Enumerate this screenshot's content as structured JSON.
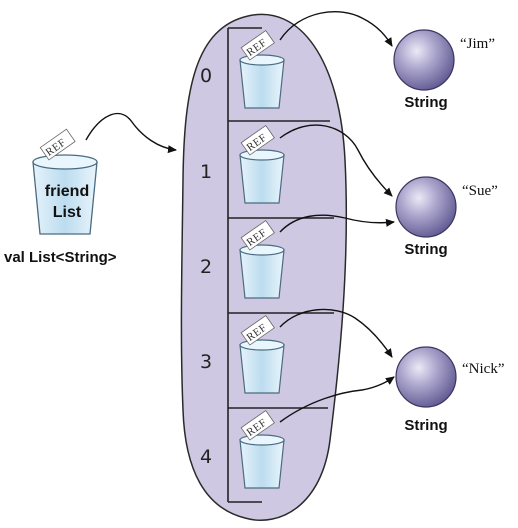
{
  "variable": {
    "ref_label": "REF",
    "name_line1": "friend",
    "name_line2": "List",
    "type_label": "val List<String>"
  },
  "list_items": [
    {
      "index": "0",
      "ref_label": "REF"
    },
    {
      "index": "1",
      "ref_label": "REF"
    },
    {
      "index": "2",
      "ref_label": "REF"
    },
    {
      "index": "3",
      "ref_label": "REF"
    },
    {
      "index": "4",
      "ref_label": "REF"
    }
  ],
  "objects": [
    {
      "value": "“Jim”",
      "type": "String"
    },
    {
      "value": "“Sue”",
      "type": "String"
    },
    {
      "value": "“Nick”",
      "type": "String"
    }
  ],
  "colors": {
    "list_blob": "#cfc8e3",
    "list_outline": "#2a2a2a",
    "cup_glass": "#cfe8f6",
    "object_sphere": "#8f88b8"
  }
}
